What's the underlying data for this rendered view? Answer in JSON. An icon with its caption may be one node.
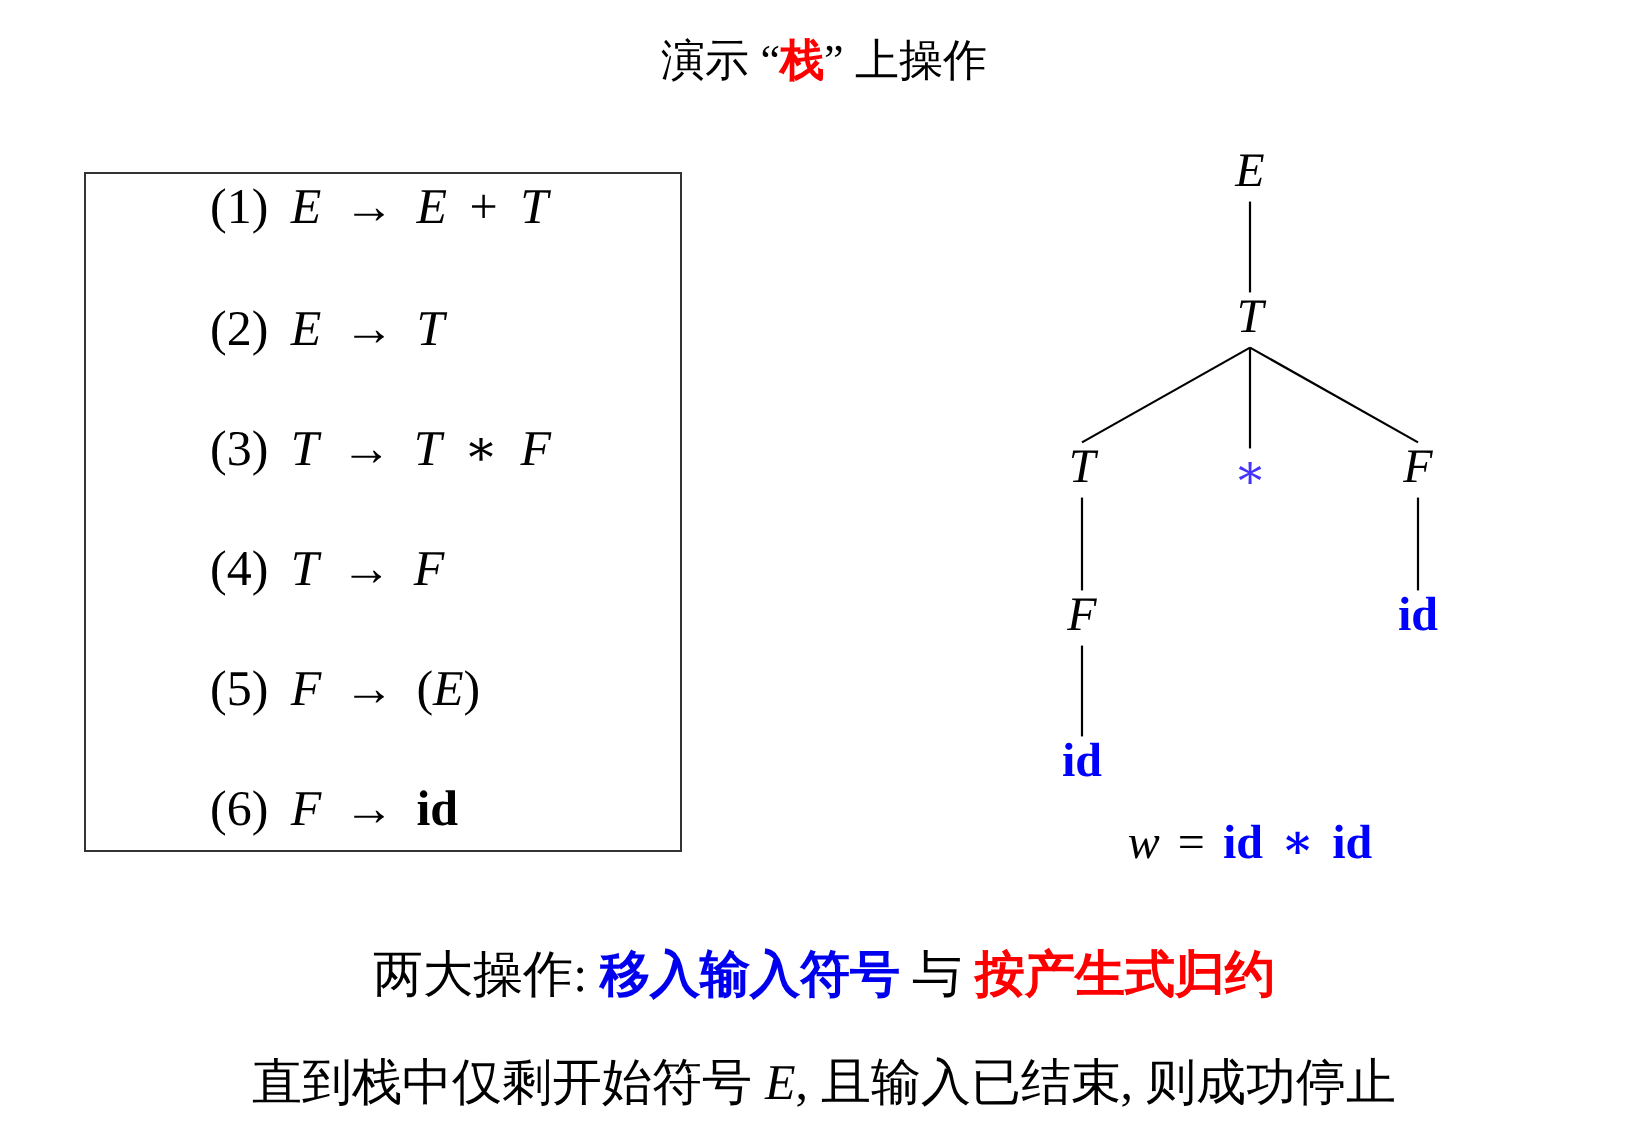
{
  "diagram": {
    "title": "演示 “**栈**” 上操作",
    "nodes": [
      {
        "text": [
          "(1) *E* → *E* + *T*",
          "(2) *E* → *T*",
          "(3) *T* → *T* ∗ *F*",
          "(4) *T* → *F*",
          "(5) *F* → (*E*)",
          "(6) *F* → **id**"
        ]
      },
      {
        "text": [
          "E"
        ]
      },
      {
        "text": [
          "T"
        ]
      },
      {
        "text": [
          "T"
        ]
      },
      {
        "text": [
          "∗"
        ]
      },
      {
        "text": [
          "F"
        ]
      },
      {
        "text": [
          "F"
        ]
      },
      {
        "text": [
          "id"
        ]
      },
      {
        "text": [
          "id"
        ]
      }
    ],
    "edges": [
      {
        "from": 1,
        "to": 2,
        "arrow": "none"
      },
      {
        "from": 2,
        "to": 3,
        "arrow": "none"
      },
      {
        "from": 2,
        "to": 4,
        "arrow": "none"
      },
      {
        "from": 2,
        "to": 5,
        "arrow": "none"
      },
      {
        "from": 3,
        "to": 6,
        "arrow": "none"
      },
      {
        "from": 5,
        "to": 7,
        "arrow": "none"
      },
      {
        "from": 6,
        "to": 8,
        "arrow": "none"
      }
    ],
    "labels": [
      "*w* = **id ∗ id**",
      "两大操作: **移入输入符号** 与 **按产生式归约**",
      "直到栈中仅剩开始符号 *E*, 且输入已结束, 则成功停止"
    ]
  }
}
